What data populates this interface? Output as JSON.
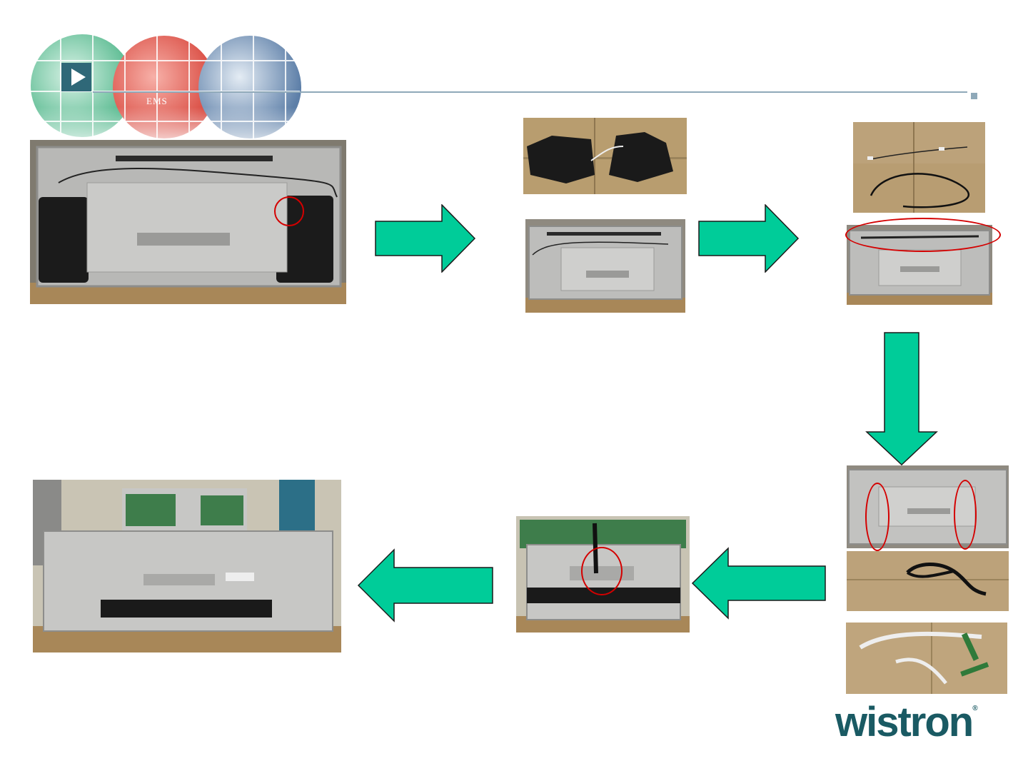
{
  "header": {
    "logo_text": "EMS",
    "play_icon": "play-icon",
    "rule_color": "#8fa9b9",
    "rule_end_square": "#8fa9b9"
  },
  "colors": {
    "arrow_fill": "#00cc99",
    "arrow_stroke": "#1a1a1a",
    "highlight_circle": "#d40000"
  },
  "photos": [
    {
      "id": "step1-rear-panel-speakers"
    },
    {
      "id": "step2-speakers-removed"
    },
    {
      "id": "step2-panel-without-speakers"
    },
    {
      "id": "step3-cable-a"
    },
    {
      "id": "step3-cable-b"
    },
    {
      "id": "step3-panel-top-cable"
    },
    {
      "id": "step4-panel-side-marks"
    },
    {
      "id": "step4-black-cable"
    },
    {
      "id": "step4-ribbon-cables"
    },
    {
      "id": "step5-board-lifted"
    },
    {
      "id": "step6-board-flipped"
    }
  ],
  "brand": {
    "name": "wistron",
    "color": "#1a5a63"
  }
}
